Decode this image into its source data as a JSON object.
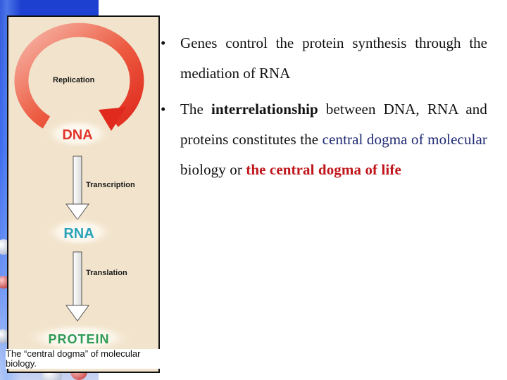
{
  "colors": {
    "band_blue": "#2a56e8",
    "panel_tan": "#f2e4cc",
    "arrow_red": "#e53a2c",
    "dna_red": "#e2352a",
    "rna_teal": "#2aa3b8",
    "protein_green": "#2e9a55",
    "accent_blue": "#1f2a73",
    "accent_red": "#c0161b"
  },
  "figure": {
    "replication_label": "Replication",
    "dna_label": "DNA",
    "transcription_label": "Transcription",
    "rna_label": "RNA",
    "translation_label": "Translation",
    "protein_label": "PROTEIN",
    "caption_line1": "The “central dogma” of molecular",
    "caption_line2": "biology."
  },
  "bullets": [
    {
      "marker": "•",
      "text": "Genes control the protein synthesis through the mediation of RNA"
    },
    {
      "marker": "•",
      "part1": "The ",
      "bold1": "interrelationship",
      "part2": " between DNA, RNA and proteins constitutes the ",
      "blue1": "central dogma of molecular",
      "part3": " biology or ",
      "red1": "the central dogma of life"
    }
  ]
}
